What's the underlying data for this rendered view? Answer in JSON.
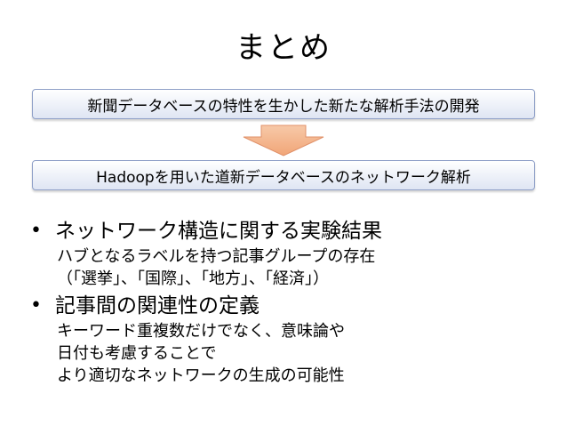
{
  "title": "まとめ",
  "banners": {
    "top": "新聞データベースの特性を生かした新たな解析手法の開発",
    "bottom": "Hadoopを用いた道新データベースのネットワーク解析"
  },
  "colors": {
    "banner_border": "#8fa0c8",
    "banner_fill": "#dfe5f3",
    "arrow_fill": "#f4b48a",
    "arrow_stroke": "#e0916a"
  },
  "bullets": [
    {
      "heading": "ネットワーク構造に関する実験結果",
      "lines": [
        "ハブとなるラベルを持つ記事グループの存在",
        "（「選挙」、「国際」、「地方」、「経済」）"
      ]
    },
    {
      "heading": "記事間の関連性の定義",
      "lines": [
        "キーワード重複数だけでなく、意味論や",
        "日付も考慮することで",
        "より適切なネットワークの生成の可能性"
      ]
    }
  ]
}
